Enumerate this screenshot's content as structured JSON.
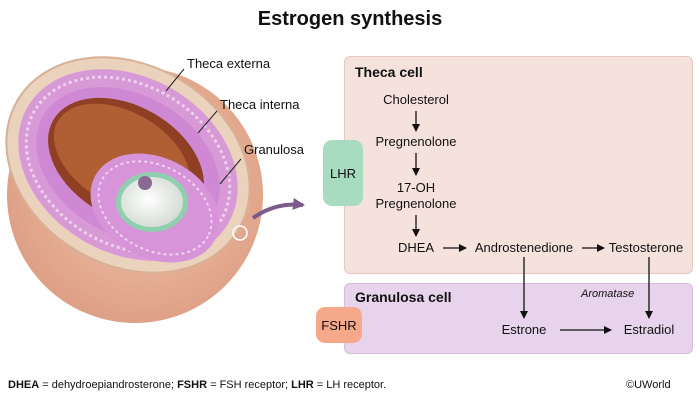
{
  "title": "Estrogen synthesis",
  "follicle": {
    "labels": {
      "theca_externa": "Theca externa",
      "theca_interna": "Theca interna",
      "granulosa": "Granulosa"
    }
  },
  "theca_cell": {
    "title": "Theca cell",
    "receptor": "LHR",
    "molecules": {
      "cholesterol": "Cholesterol",
      "pregnenolone": "Pregnenolone",
      "oh17_line1": "17-OH",
      "oh17_line2": "Pregnenolone",
      "dhea": "DHEA",
      "androstenedione": "Androstenedione",
      "testosterone": "Testosterone"
    }
  },
  "granulosa_cell": {
    "title": "Granulosa cell",
    "receptor": "FSHR",
    "enzyme": "Aromatase",
    "molecules": {
      "estrone": "Estrone",
      "estradiol": "Estradiol"
    }
  },
  "footnote": {
    "dhea_abbr": "DHEA",
    "dhea_def": " = dehydroepiandrosterone; ",
    "fshr_abbr": "FSHR",
    "fshr_def": " = FSH receptor; ",
    "lhr_abbr": "LHR",
    "lhr_def": " = LH receptor."
  },
  "copyright": "©UWorld",
  "colors": {
    "theca_box": "#f5e2dd",
    "granulosa_box": "#e7d3eb",
    "lhr": "#a8dcc1",
    "fshr": "#f6a98a",
    "pointer_arrow": "#7b5a8c"
  }
}
